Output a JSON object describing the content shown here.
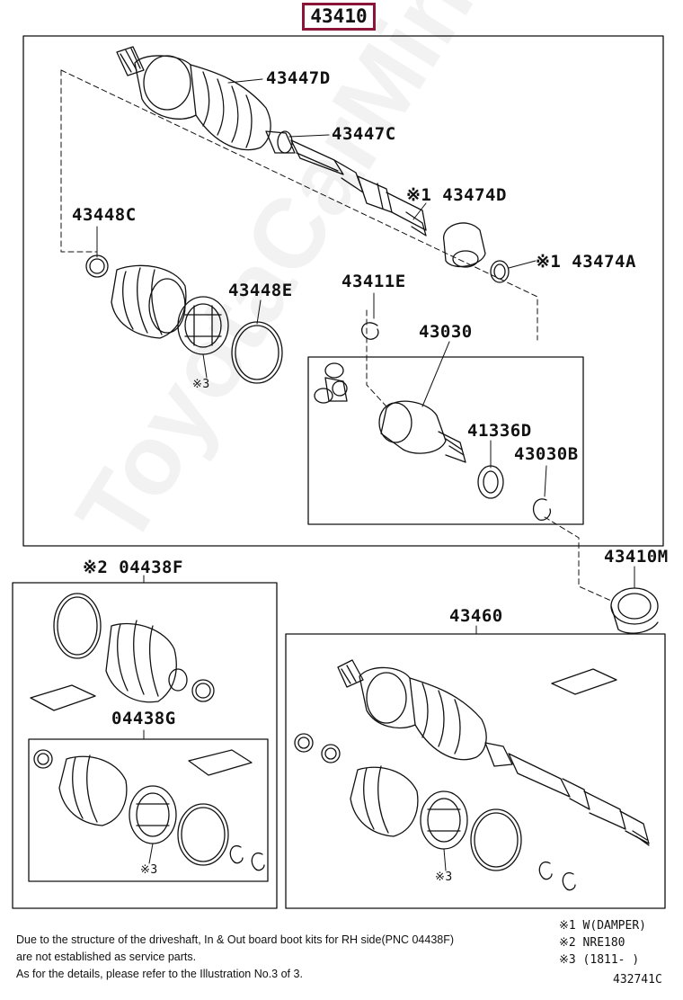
{
  "title": "43410",
  "labels": {
    "l43447D": "43447D",
    "l43447C": "43447C",
    "l43474D": "※1 43474D",
    "l43448C": "43448C",
    "l43474A": "※1 43474A",
    "l43448E": "43448E",
    "l43411E": "43411E",
    "l43030": "43030",
    "l41336D": "41336D",
    "l43030B": "43030B",
    "l43410M": "43410M",
    "l04438F": "※2 04438F",
    "l04438G": "04438G",
    "l43460": "43460",
    "ref3a": "※3",
    "ref3b": "※3",
    "ref3c": "※3"
  },
  "notes": {
    "line1": "Due to the structure of the driveshaft, In & Out board boot kits for RH side(PNC 04438F)",
    "line2": "are not established as service parts.",
    "line3": "As for the details, please refer to the Illustration No.3 of 3."
  },
  "legend": {
    "l1": "※1 W(DAMPER)",
    "l2": "※2 NRE180",
    "l3": "※3 (1811-      )"
  },
  "code": "432741C",
  "watermark": "ToyotaCarMine.ru"
}
